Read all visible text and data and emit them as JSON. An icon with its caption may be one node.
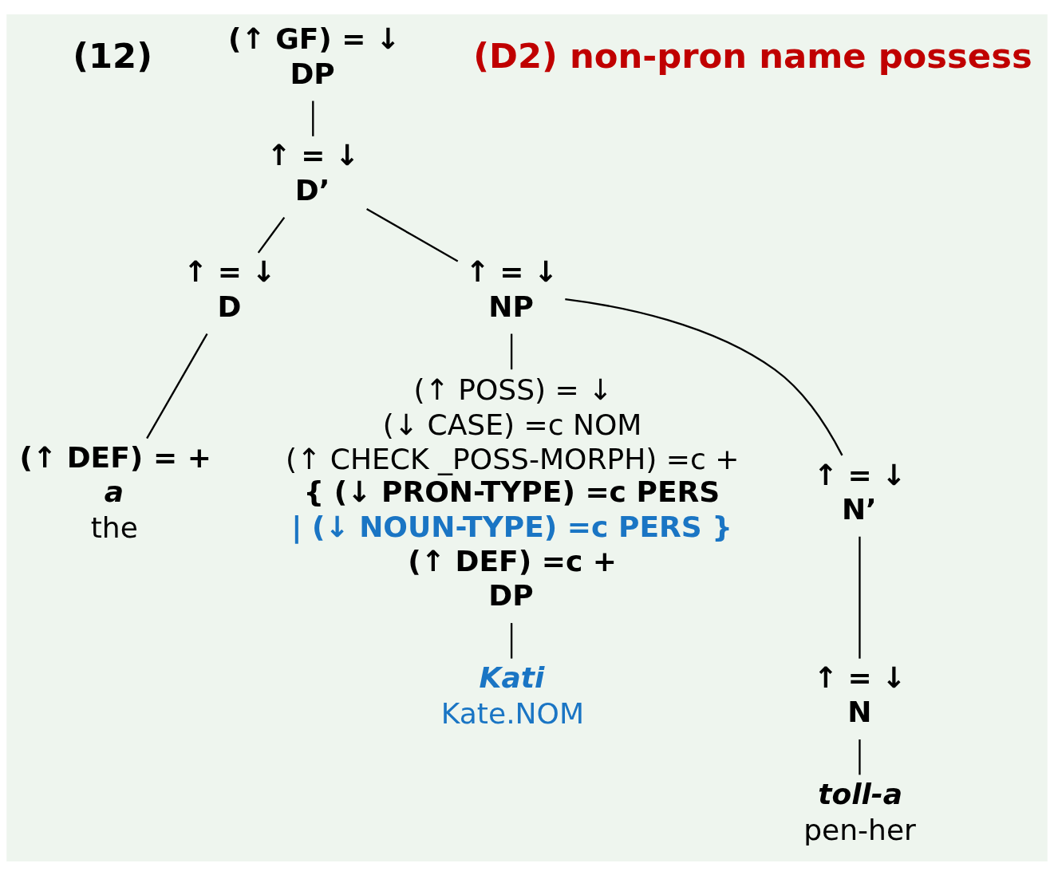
{
  "diagram": {
    "nodes": [
      {
        "text": [
          "(↑ GF) = ↓",
          "DP"
        ]
      },
      {
        "text": [
          "↑ = ↓",
          "D’"
        ]
      },
      {
        "text": [
          "↑ = ↓",
          "D"
        ]
      },
      {
        "text": [
          "↑ = ↓",
          "NP"
        ]
      },
      {
        "text": [
          "(↑ POSS) = ↓",
          "(↓ CASE) =c NOM",
          "(↑ CHECK _POSS-MORPH) =c +",
          "{ (↓ PRON-TYPE) =c PERS",
          "| (↓ NOUN-TYPE) =c PERS }",
          "(↑ DEF) =c +",
          "DP"
        ]
      },
      {
        "text": [
          "↑ = ↓",
          "N’"
        ]
      },
      {
        "text": [
          "↑ = ↓",
          "N"
        ]
      },
      {
        "text": [
          "(↑ DEF) = +",
          "a",
          "the"
        ]
      },
      {
        "text": [
          "Kati",
          "Kate.NOM"
        ]
      },
      {
        "text": [
          "toll-a",
          "pen-her"
        ]
      }
    ],
    "edges": [
      {
        "from": 0,
        "to": 1,
        "arrow": "none"
      },
      {
        "from": 1,
        "to": 2,
        "arrow": "none"
      },
      {
        "from": 1,
        "to": 3,
        "arrow": "none"
      },
      {
        "from": 3,
        "to": 4,
        "arrow": "none"
      },
      {
        "from": 3,
        "to": 5,
        "arrow": "none"
      },
      {
        "from": 5,
        "to": 6,
        "arrow": "none"
      },
      {
        "from": 2,
        "to": 7,
        "arrow": "none"
      },
      {
        "from": 4,
        "to": 8,
        "arrow": "none"
      },
      {
        "from": 6,
        "to": 9,
        "arrow": "none"
      }
    ],
    "labels": [
      "(12)",
      "(D2) non-pron name possess"
    ]
  }
}
